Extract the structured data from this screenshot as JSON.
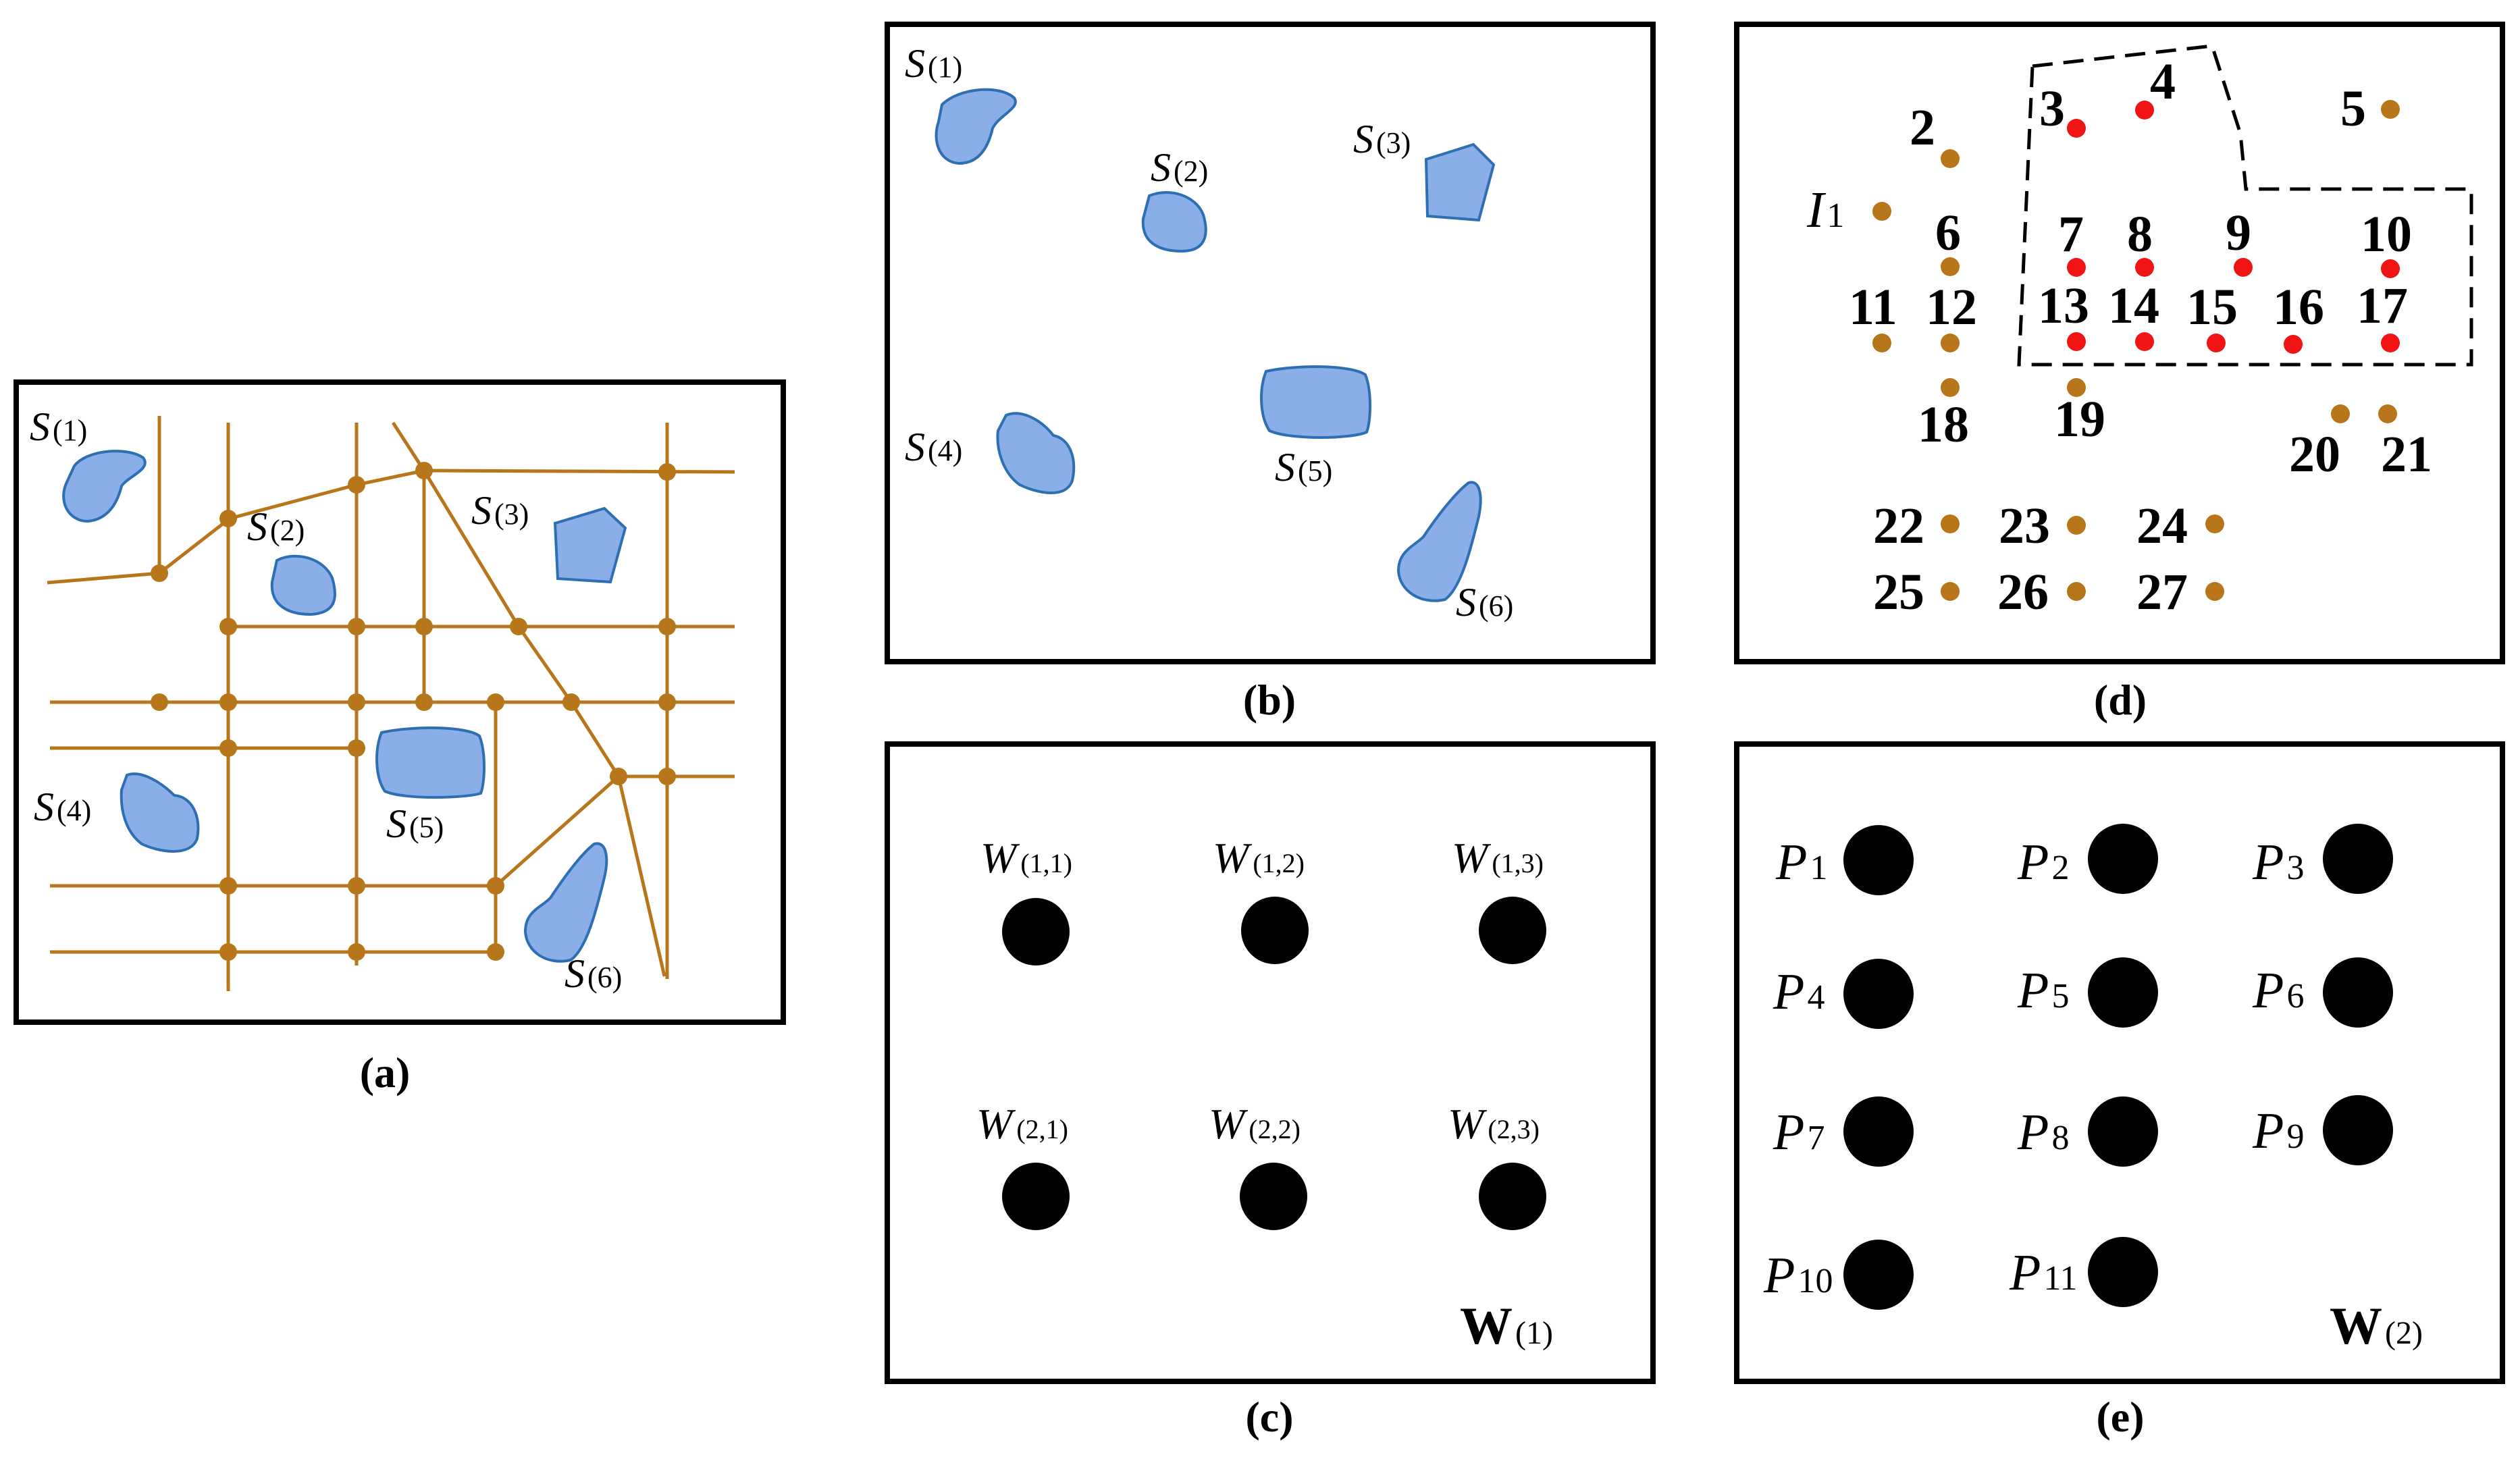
{
  "colors": {
    "pond_fill": "#8aaee8",
    "pond_stroke": "#2e6fb3",
    "road": "#b8761b",
    "node": "#b8761b",
    "selected_node": "#f01414",
    "window_dot": "#000000",
    "frame": "#000000"
  },
  "panels": {
    "a": {
      "caption": "(a)"
    },
    "b": {
      "caption": "(b)"
    },
    "c": {
      "caption": "(c)"
    },
    "d": {
      "caption": "(d)"
    },
    "e": {
      "caption": "(e)"
    }
  },
  "ponds": [
    {
      "id": "s1",
      "letter": "S",
      "index": "(1)"
    },
    {
      "id": "s2",
      "letter": "S",
      "index": "(2)"
    },
    {
      "id": "s3",
      "letter": "S",
      "index": "(3)"
    },
    {
      "id": "s4",
      "letter": "S",
      "index": "(4)"
    },
    {
      "id": "s5",
      "letter": "S",
      "index": "(5)"
    },
    {
      "id": "s6",
      "letter": "S",
      "index": "(6)"
    }
  ],
  "panel_c": {
    "windows": [
      {
        "letter": "W",
        "index": "(1,1)"
      },
      {
        "letter": "W",
        "index": "(1,2)"
      },
      {
        "letter": "W",
        "index": "(1,3)"
      },
      {
        "letter": "W",
        "index": "(2,1)"
      },
      {
        "letter": "W",
        "index": "(2,2)"
      },
      {
        "letter": "W",
        "index": "(2,3)"
      }
    ],
    "set_letter": "W",
    "set_index": "(1)"
  },
  "panel_d": {
    "origin_letter": "I",
    "origin_index": "1",
    "nodes": [
      {
        "label": "2",
        "selected": false
      },
      {
        "label": "3",
        "selected": true
      },
      {
        "label": "4",
        "selected": true
      },
      {
        "label": "5",
        "selected": false
      },
      {
        "label": "6",
        "selected": false
      },
      {
        "label": "7",
        "selected": true
      },
      {
        "label": "8",
        "selected": true
      },
      {
        "label": "9",
        "selected": true
      },
      {
        "label": "10",
        "selected": true
      },
      {
        "label": "11",
        "selected": false
      },
      {
        "label": "12",
        "selected": false
      },
      {
        "label": "13",
        "selected": true
      },
      {
        "label": "14",
        "selected": true
      },
      {
        "label": "15",
        "selected": true
      },
      {
        "label": "16",
        "selected": true
      },
      {
        "label": "17",
        "selected": true
      },
      {
        "label": "18",
        "selected": false
      },
      {
        "label": "19",
        "selected": false
      },
      {
        "label": "20",
        "selected": false
      },
      {
        "label": "21",
        "selected": false
      },
      {
        "label": "22",
        "selected": false
      },
      {
        "label": "23",
        "selected": false
      },
      {
        "label": "24",
        "selected": false
      },
      {
        "label": "25",
        "selected": false
      },
      {
        "label": "26",
        "selected": false
      },
      {
        "label": "27",
        "selected": false
      }
    ]
  },
  "panel_e": {
    "points": [
      {
        "letter": "P",
        "index": "1"
      },
      {
        "letter": "P",
        "index": "2"
      },
      {
        "letter": "P",
        "index": "3"
      },
      {
        "letter": "P",
        "index": "4"
      },
      {
        "letter": "P",
        "index": "5"
      },
      {
        "letter": "P",
        "index": "6"
      },
      {
        "letter": "P",
        "index": "7"
      },
      {
        "letter": "P",
        "index": "8"
      },
      {
        "letter": "P",
        "index": "9"
      },
      {
        "letter": "P",
        "index": "10"
      },
      {
        "letter": "P",
        "index": "11"
      }
    ],
    "set_letter": "W",
    "set_index": "(2)"
  }
}
